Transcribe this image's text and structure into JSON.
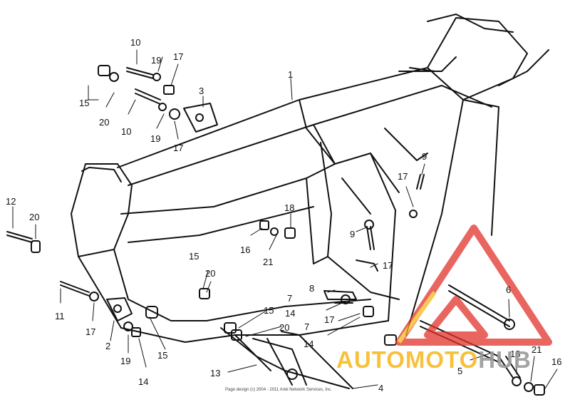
{
  "callouts": [
    "1",
    "2",
    "3",
    "4",
    "5",
    "6",
    "7",
    "8",
    "9",
    "10",
    "11",
    "12",
    "13",
    "14",
    "15",
    "16",
    "17",
    "18",
    "19",
    "20",
    "21"
  ],
  "watermark": {
    "brand_part1": "AUTOMOTO",
    "brand_part2": "HUB",
    "color_primary": "#e2322b",
    "color_secondary": "#f6b71b",
    "color_tertiary": "#9a9a9a"
  },
  "credit_line": "Page design (c) 2004 - 2011 Ariel Network Services, Inc."
}
